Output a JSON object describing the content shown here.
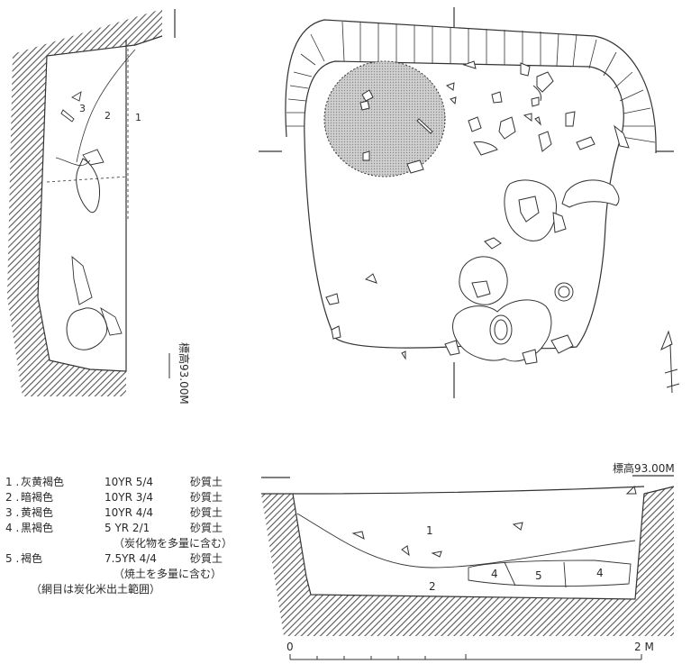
{
  "plan_view": {
    "elevation_label": "標高93.00M"
  },
  "section_view": {
    "elevation_label": "標高93.00M",
    "layer_labels": [
      "1",
      "2",
      "4",
      "5",
      "4"
    ],
    "left_section_labels": [
      "3",
      "2",
      "1"
    ]
  },
  "scale_bar": {
    "start_label": "0",
    "end_label": "2 M"
  },
  "legend": {
    "layers": [
      {
        "num": "1 .",
        "color": "灰黄褐色",
        "code": "10YR 5/4",
        "soil": "砂質土"
      },
      {
        "num": "2 .",
        "color": "暗褐色",
        "code": "10YR 3/4",
        "soil": "砂質土"
      },
      {
        "num": "3 .",
        "color": "黄褐色",
        "code": "10YR 4/4",
        "soil": "砂質土"
      },
      {
        "num": "4 .",
        "color": "黒褐色",
        "code": "5 YR 2/1",
        "soil": "砂質土"
      },
      {
        "num": "5 .",
        "color": "褐色",
        "code": "7.5YR 4/4",
        "soil": "砂質土"
      }
    ],
    "layer4_note": "（炭化物を多量に含む）",
    "layer5_note": "（焼土を多量に含む）",
    "mesh_note": "（網目は炭化米出土範囲）"
  }
}
